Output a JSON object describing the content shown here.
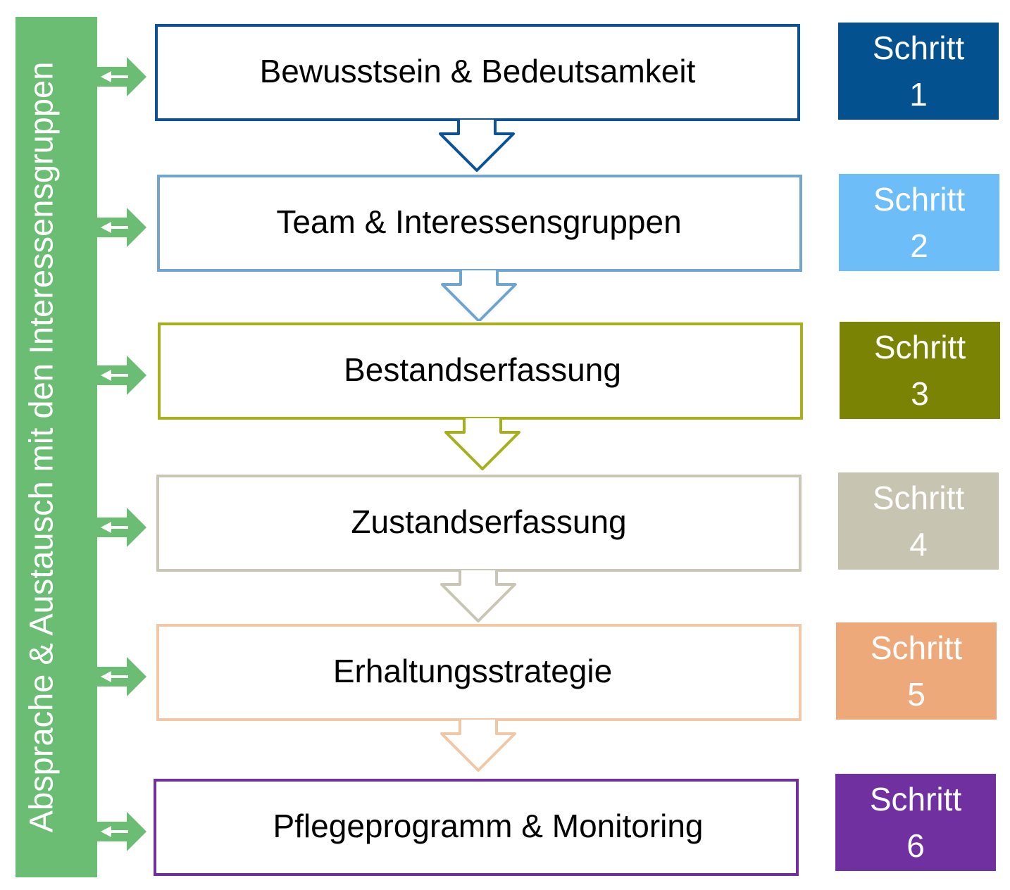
{
  "sidebar": {
    "label": "Absprache & Austausch mit den Interessensgruppen",
    "color": "#6cbd74"
  },
  "steps": [
    {
      "title": "Bewusstsein & Bedeutsamkeit",
      "badge_word": "Schritt",
      "badge_number": "1",
      "color": "#0b5394",
      "badge_color": "#03518f"
    },
    {
      "title": "Team & Interessensgruppen",
      "badge_word": "Schritt",
      "badge_number": "2",
      "color": "#6ea6cf",
      "badge_color": "#6dbdf9"
    },
    {
      "title": "Bestandserfassung",
      "badge_word": "Schritt",
      "badge_number": "3",
      "color": "#a6b01c",
      "badge_color": "#7b8304"
    },
    {
      "title": "Zustandserfassung",
      "badge_word": "Schritt",
      "badge_number": "4",
      "color": "#c9c6b6",
      "badge_color": "#c7c4b1"
    },
    {
      "title": "Erhaltungsstrategie",
      "badge_word": "Schritt",
      "badge_number": "5",
      "color": "#f2c7a5",
      "badge_color": "#eda97a"
    },
    {
      "title": "Pflegeprogramm & Monitoring",
      "badge_word": "Schritt",
      "badge_number": "6",
      "color": "#7030a0",
      "badge_color": "#7030a0"
    }
  ]
}
